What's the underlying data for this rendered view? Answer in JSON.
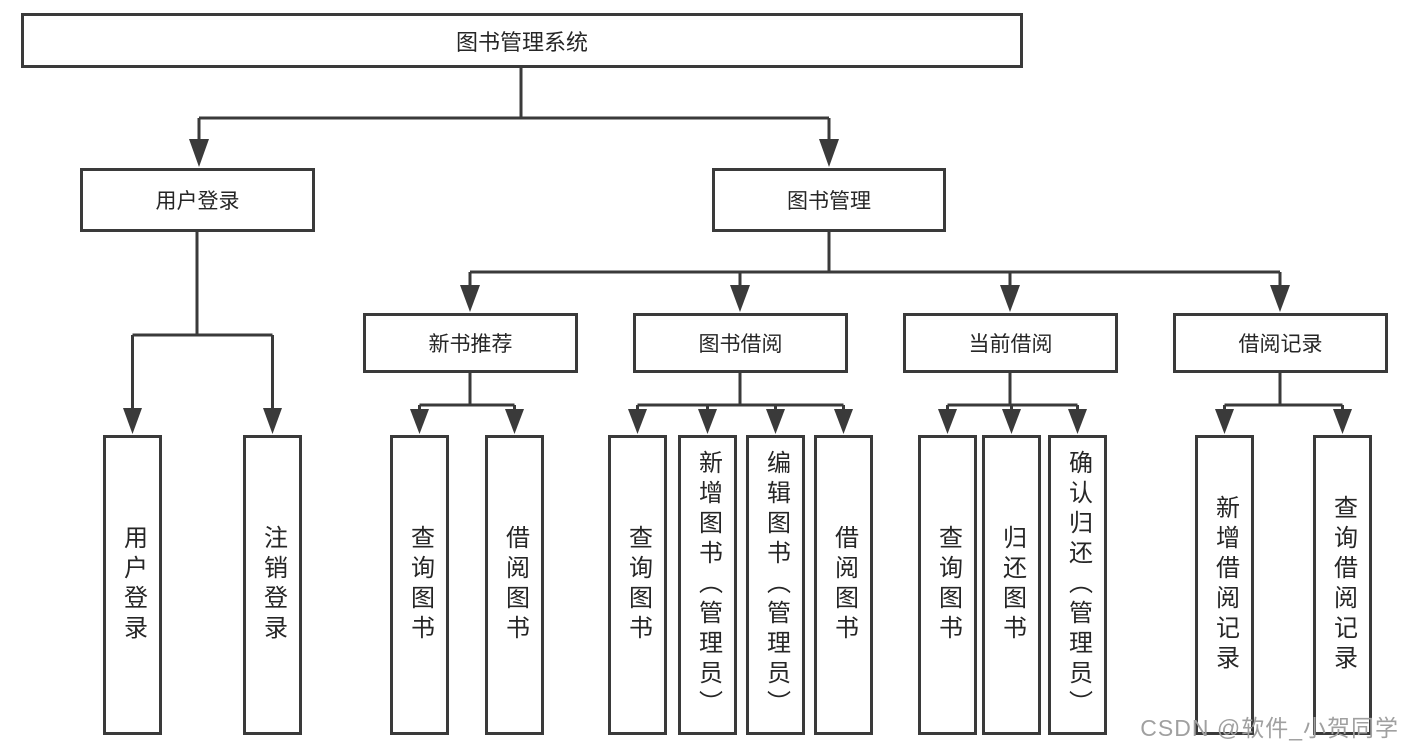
{
  "diagram": {
    "title": "图书管理系统",
    "branches": [
      {
        "label": "用户登录",
        "children": [
          {
            "label": "用户登录"
          },
          {
            "label": "注销登录"
          }
        ]
      },
      {
        "label": "图书管理",
        "groups": [
          {
            "label": "新书推荐",
            "children": [
              {
                "label": "查询图书"
              },
              {
                "label": "借阅图书"
              }
            ]
          },
          {
            "label": "图书借阅",
            "children": [
              {
                "label": "查询图书"
              },
              {
                "label": "新增图书（管理员）"
              },
              {
                "label": "编辑图书（管理员）"
              },
              {
                "label": "借阅图书"
              }
            ]
          },
          {
            "label": "当前借阅",
            "children": [
              {
                "label": "查询图书"
              },
              {
                "label": "归还图书"
              },
              {
                "label": "确认归还（管理员）"
              }
            ]
          },
          {
            "label": "借阅记录",
            "children": [
              {
                "label": "新增借阅记录"
              },
              {
                "label": "查询借阅记录"
              }
            ]
          }
        ]
      }
    ]
  },
  "watermark": {
    "text": "CSDN @软件_小贺同学"
  },
  "colors": {
    "line": "#3a3a3a",
    "text": "#262626",
    "watermark": "#a0a0a0",
    "background": "#ffffff"
  }
}
